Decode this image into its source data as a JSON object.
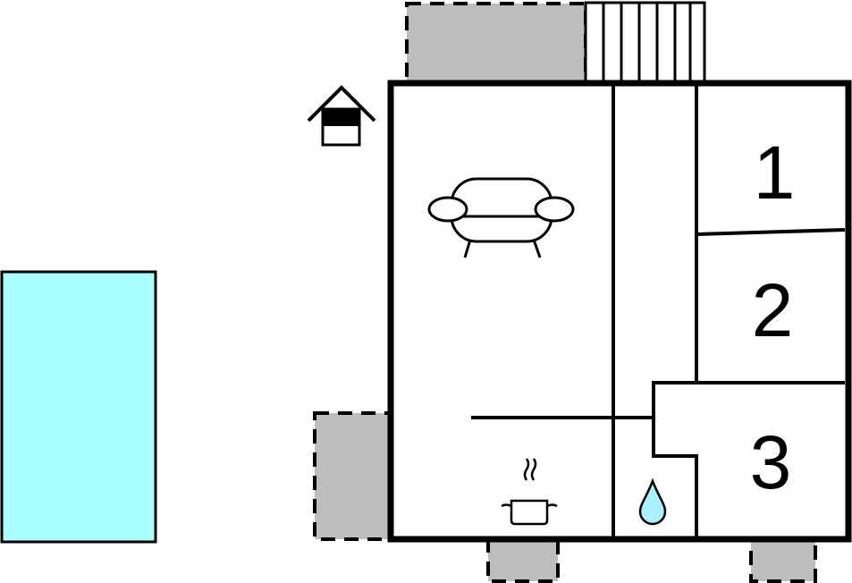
{
  "floorplan": {
    "rooms": [
      {
        "id": "bedroom-1",
        "label": "1"
      },
      {
        "id": "bedroom-2",
        "label": "2"
      },
      {
        "id": "bedroom-3",
        "label": "3"
      }
    ],
    "icons": [
      "entrance-icon",
      "sofa-icon",
      "cooking-pot-icon",
      "water-drop-icon"
    ],
    "colors": {
      "pool": "#AAFFFF",
      "terrace": "#BDBDBD",
      "walls": "#000000",
      "water": "#AAF0FF"
    }
  }
}
